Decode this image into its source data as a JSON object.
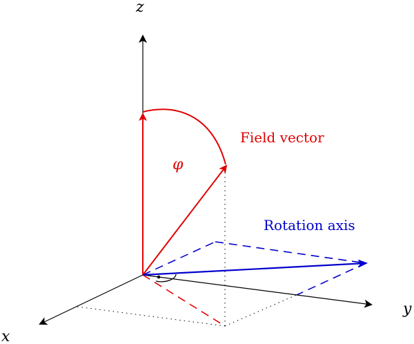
{
  "axes": {
    "x_label": "x",
    "y_label": "y",
    "z_label": "z"
  },
  "labels": {
    "field_vector": "Field vector",
    "rotation_axis": "Rotation axis",
    "angle_symbol": "φ"
  },
  "colors": {
    "axis": "#000000",
    "field": "#e00000",
    "rotation": "#0000cc",
    "projection": "#000000"
  }
}
